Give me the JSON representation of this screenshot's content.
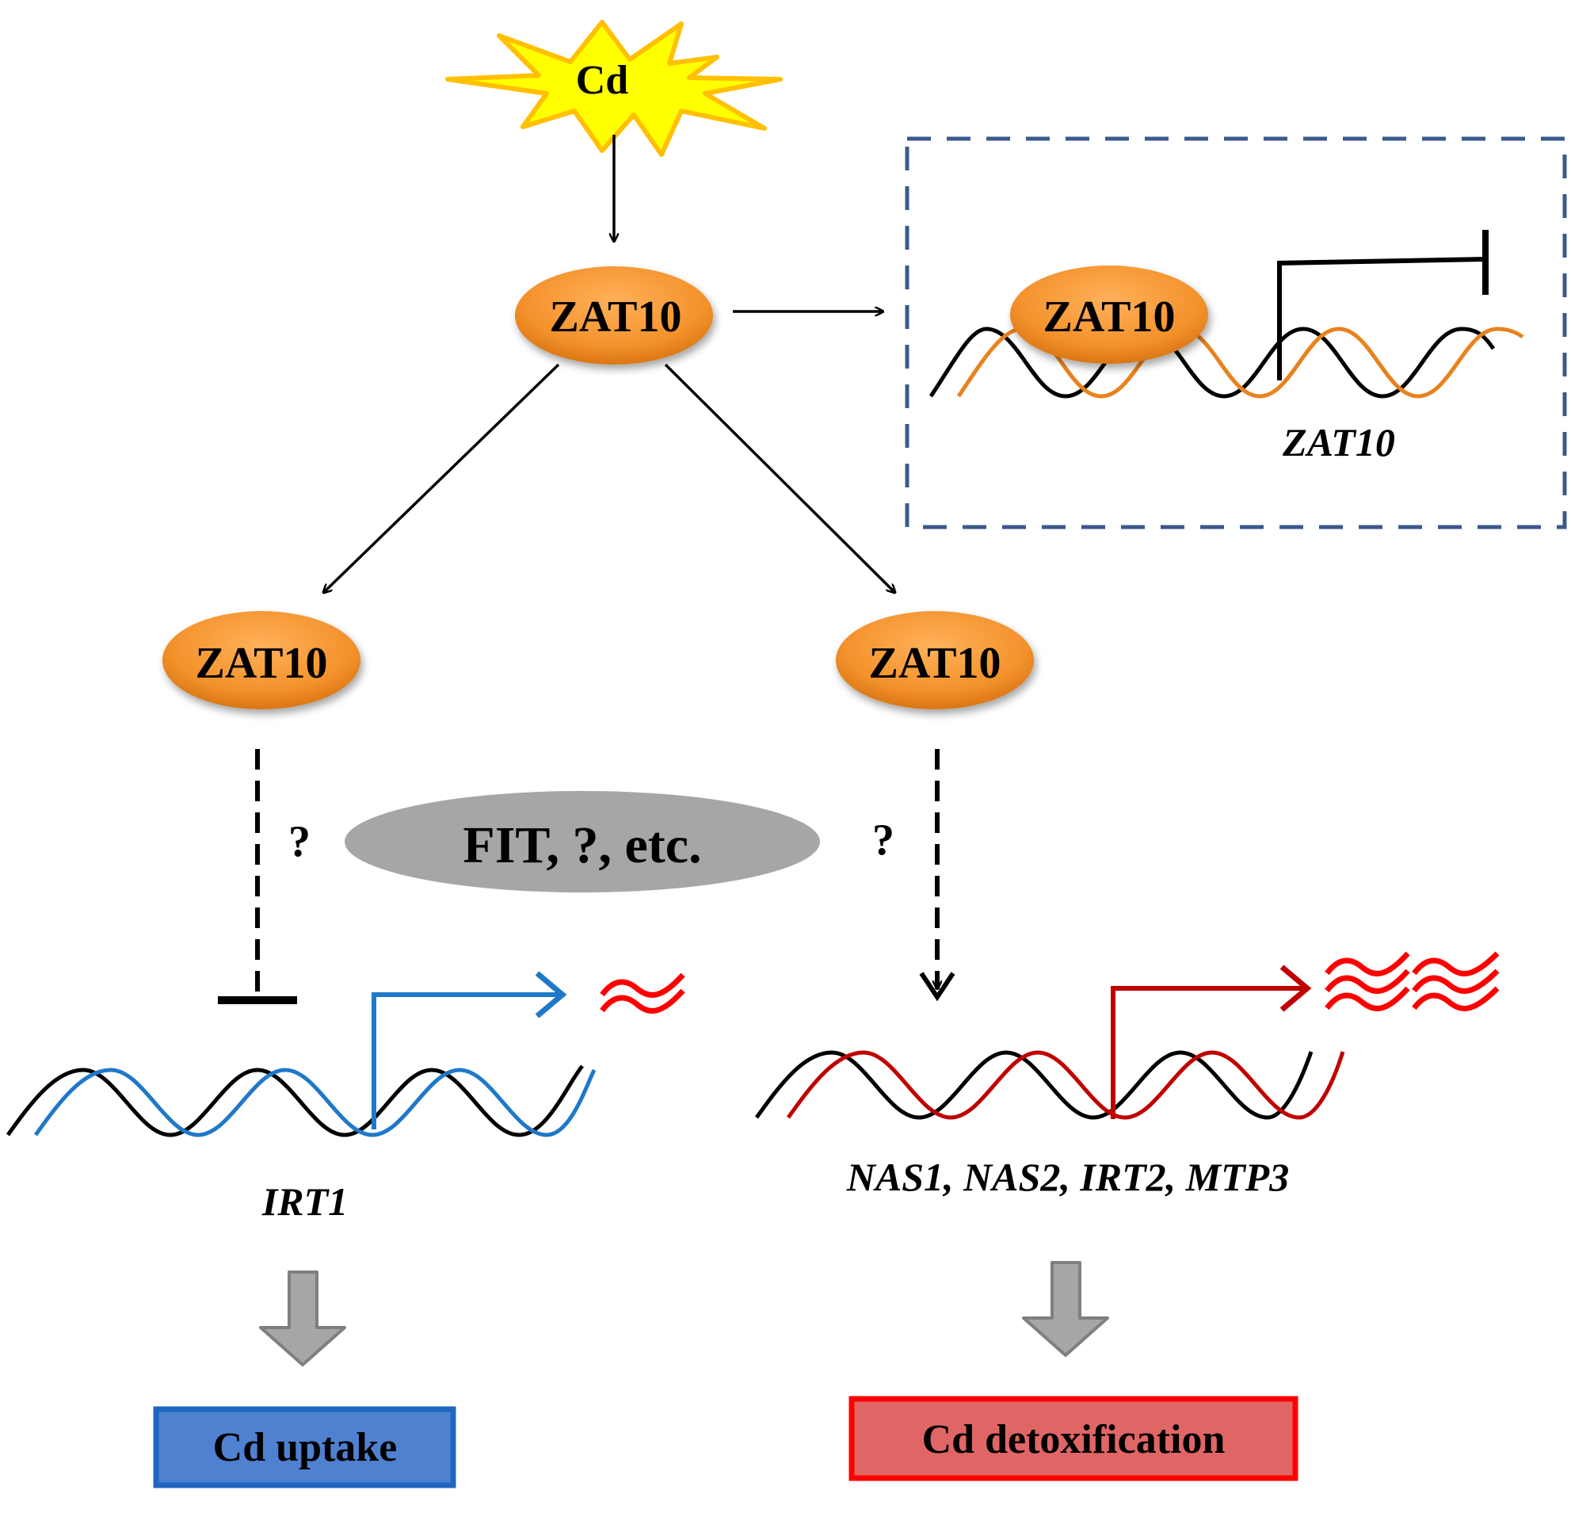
{
  "labels": {
    "cd": "Cd",
    "zat10_top": "ZAT10",
    "zat10_box": "ZAT10",
    "zat10_gene": "ZAT10",
    "zat10_left": "ZAT10",
    "zat10_right": "ZAT10",
    "question_left": "?",
    "question_right": "?",
    "fit": "FIT, ?, etc.",
    "irt1": "IRT1",
    "genes_right": "NAS1, NAS2, IRT2, MTP3",
    "cd_uptake": "Cd uptake",
    "cd_detox": "Cd detoxification"
  },
  "colors": {
    "starburst_fill": "#ffff00",
    "starburst_stroke": "#ffc000",
    "protein_orange": "#f4922c",
    "dna_black": "#000000",
    "dna_orange": "#e8821e",
    "dna_blue": "#1f78c8",
    "dna_red": "#c00000",
    "transcript_red": "#ff0000",
    "dashed_box": "#3a5a8c",
    "fit_gray": "#a6a6a6",
    "big_arrow_gray": "#a6a6a6",
    "uptake_fill": "#4f81d0",
    "uptake_border": "#1f66c0",
    "detox_fill": "#e06666",
    "detox_border": "#ff0000"
  }
}
